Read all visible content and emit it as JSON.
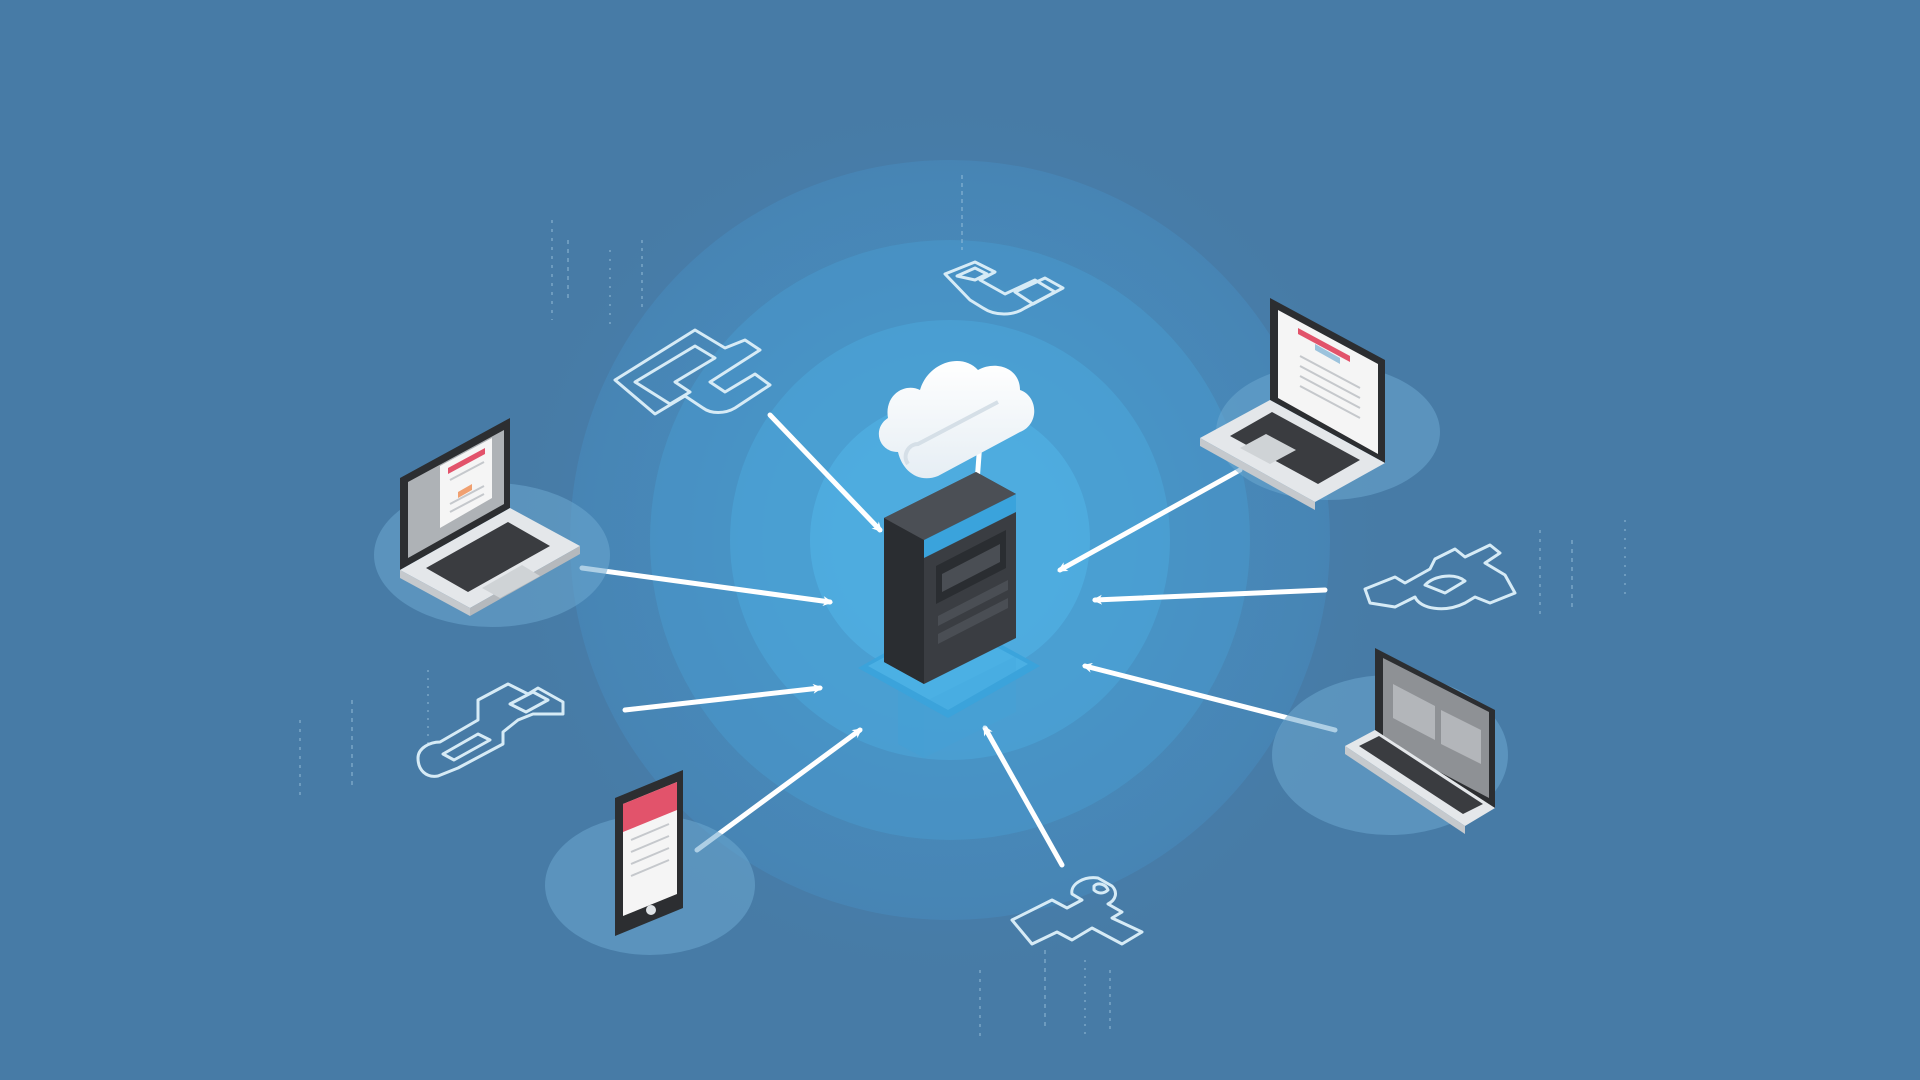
{
  "scene": {
    "colors": {
      "background": "#477ba6",
      "glow": "#4aaee3",
      "arrow": "#ffffff",
      "pattern_stroke": "#d6ebf6",
      "server_body": "#3a3d42",
      "server_side": "#2a2d31",
      "server_top": "#4b4f55",
      "server_accent": "#3aa3dc",
      "cloud": "#ffffff",
      "laptop_shell": "#dfe3e6",
      "screen_dark": "#2c2e31",
      "doc_highlight": "#e2536b",
      "doc_orange": "#f0a070",
      "device_shadow": "#6ba7cf"
    },
    "hub": {
      "kind": "server",
      "icon": "server-tower-icon"
    },
    "cloud": {
      "icon": "cloud-icon"
    },
    "devices": [
      {
        "name": "laptop-left",
        "icon": "laptop-icon"
      },
      {
        "name": "laptop-top-right",
        "icon": "laptop-icon"
      },
      {
        "name": "laptop-right",
        "icon": "laptop-icon"
      },
      {
        "name": "tablet-bottom-left",
        "icon": "tablet-icon"
      }
    ],
    "data_patterns": [
      "flowchart-pattern-icon",
      "flowchart-pattern-icon",
      "flowchart-pattern-icon",
      "flowchart-pattern-icon",
      "flowchart-pattern-icon"
    ],
    "arrow_direction": "inward-to-server",
    "arrow_count": 9
  }
}
